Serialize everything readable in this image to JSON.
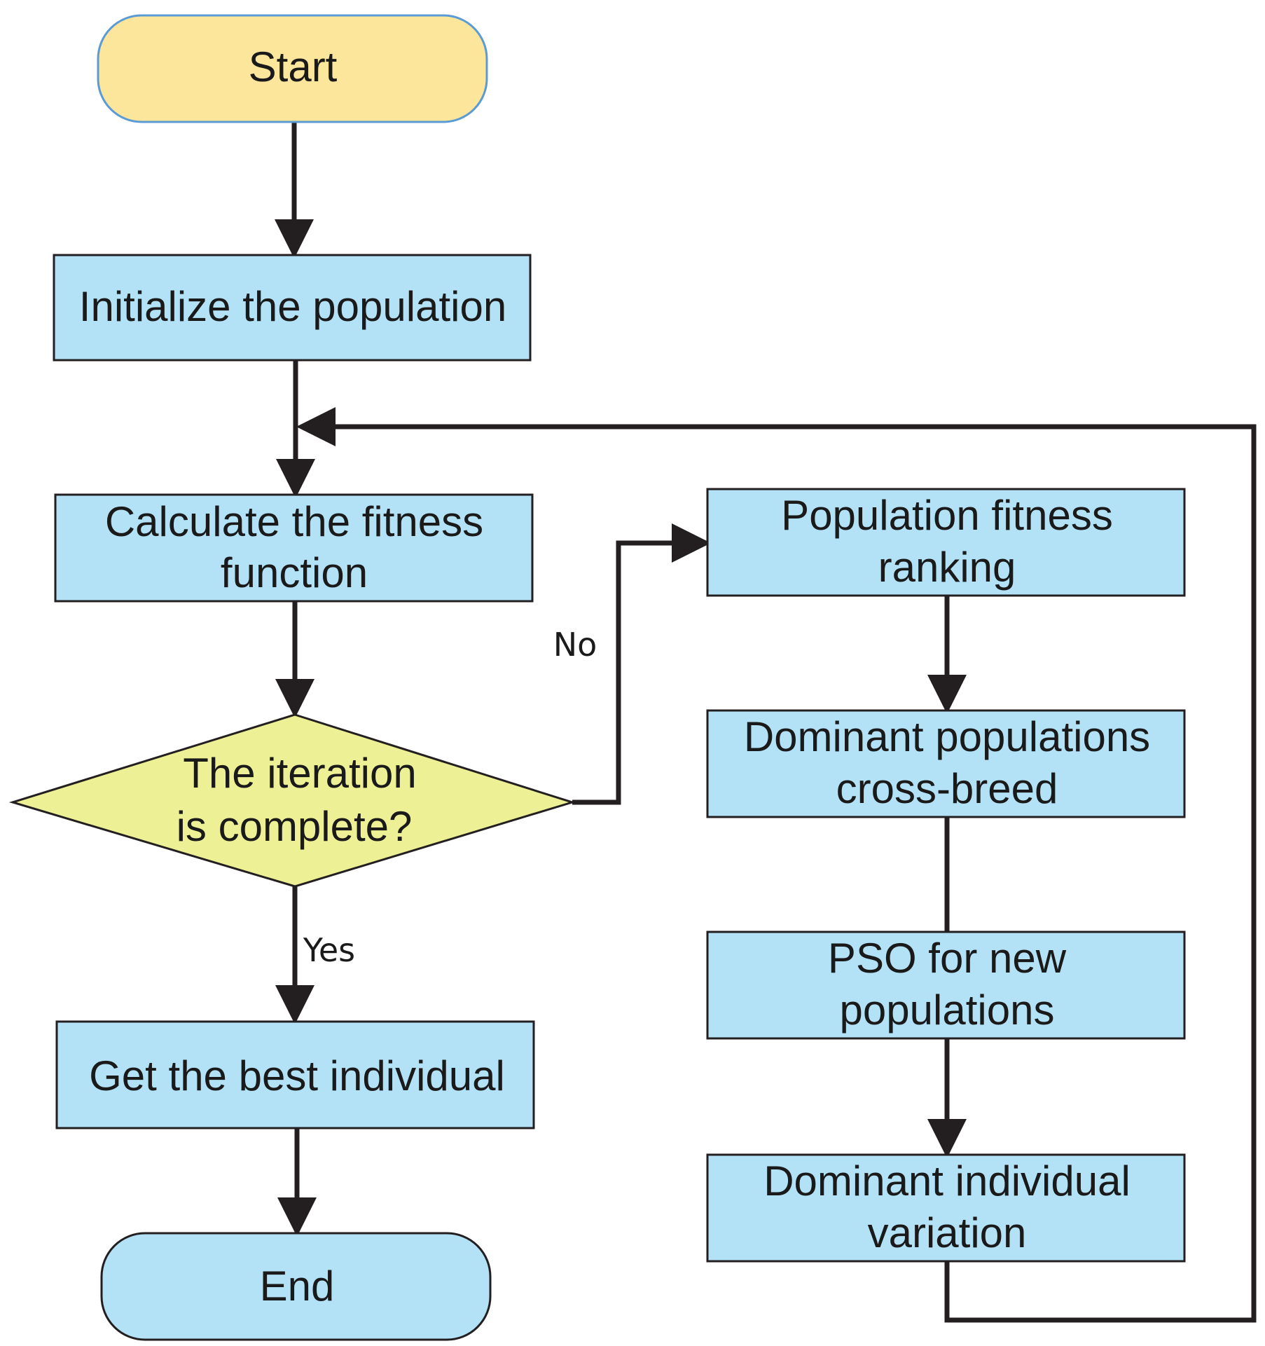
{
  "nodes": {
    "start": {
      "label": "Start"
    },
    "init": {
      "label": "Initialize the population"
    },
    "fitness_calc": {
      "lines": [
        "Calculate the fitness",
        "function"
      ]
    },
    "decision": {
      "lines": [
        "The iteration",
        "is complete?"
      ]
    },
    "best": {
      "label": "Get the best individual"
    },
    "end": {
      "label": "End"
    },
    "ranking": {
      "lines": [
        "Population fitness",
        "ranking"
      ]
    },
    "crossbreed": {
      "lines": [
        "Dominant populations",
        "cross-breed"
      ]
    },
    "pso": {
      "lines": [
        "PSO for new",
        "populations"
      ]
    },
    "variation": {
      "lines": [
        "Dominant individual",
        "variation"
      ]
    }
  },
  "edge_labels": {
    "no": "No",
    "yes": "Yes"
  },
  "colors": {
    "terminal_start_fill": "#fbe69b",
    "terminal_start_stroke": "#5b9bd5",
    "terminal_end_fill": "#b3e2f7",
    "process_fill": "#b3e2f7",
    "decision_fill": "#eef095",
    "stroke": "#231f20"
  }
}
